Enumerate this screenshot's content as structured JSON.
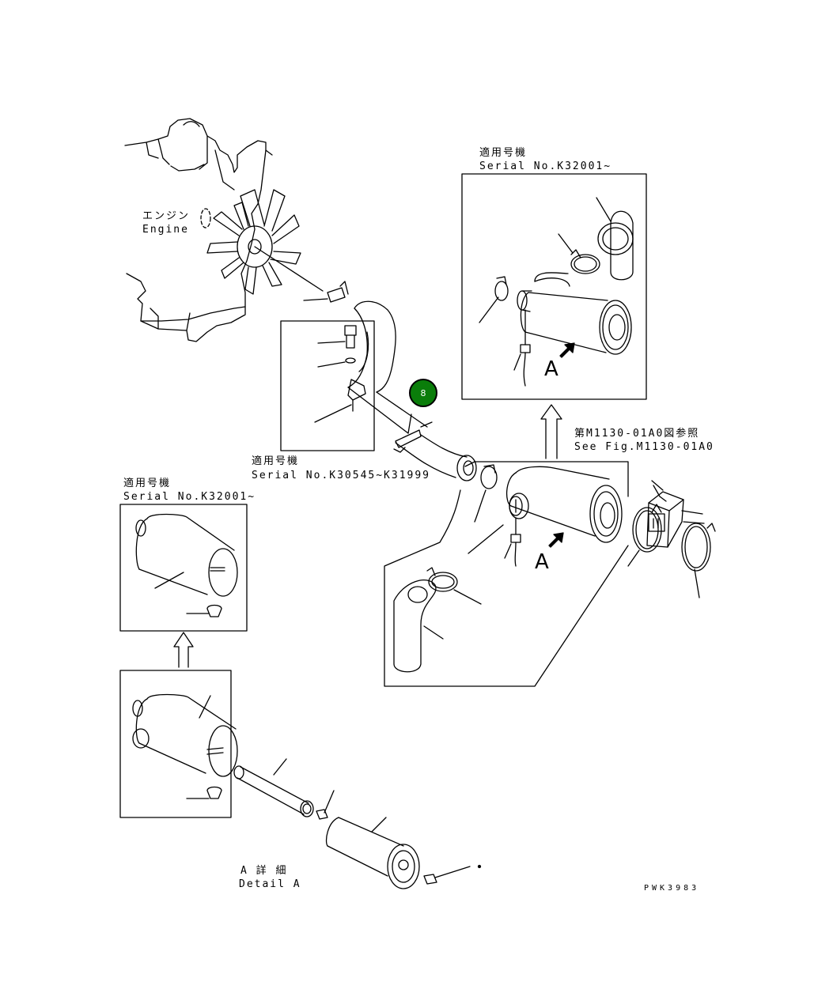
{
  "diagram": {
    "engine_label_jp": "エンジン",
    "engine_label_en": "Engine",
    "top_right_box": {
      "title_jp": "適用号機",
      "title_en": "Serial No.K32001~"
    },
    "middle_left_box": {
      "title_jp": "適用号機",
      "title_en": "Serial No.K30545~K31999"
    },
    "left_box": {
      "title_jp": "適用号機",
      "title_en": "Serial No.K32001~"
    },
    "ref_label_jp": "第M1130-01A0図参照",
    "ref_label_en": "See Fig.M1130-01A0",
    "view_letter_1": "A",
    "view_letter_2": "A",
    "detail_label_jp": "A 詳 細",
    "detail_label_en": "Detail A",
    "drawing_code": "PWK3983",
    "callout_number": "8",
    "colors": {
      "callout_fill": "#0a7d0a",
      "line": "#000000"
    }
  }
}
